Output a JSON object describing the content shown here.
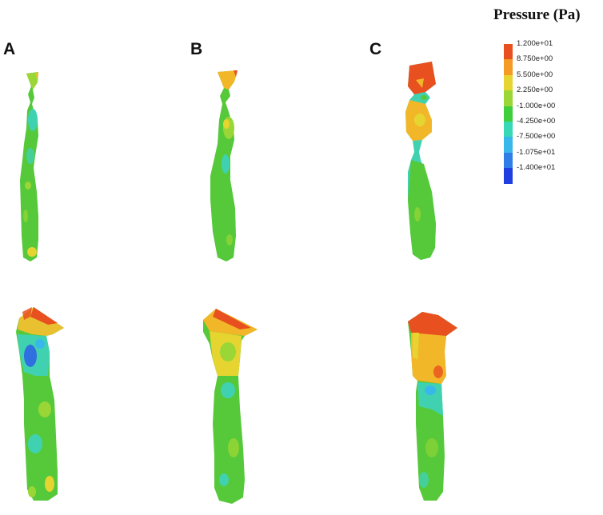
{
  "panels": [
    {
      "label": "A"
    },
    {
      "label": "B"
    },
    {
      "label": "C"
    }
  ],
  "legend": {
    "title": "Pressure (Pa)",
    "entries": [
      {
        "value": "1.200e+01",
        "color": "#e8501f"
      },
      {
        "value": "8.750e+00",
        "color": "#f59a22"
      },
      {
        "value": "5.500e+00",
        "color": "#e6d531"
      },
      {
        "value": "2.250e+00",
        "color": "#9ad636"
      },
      {
        "value": "-1.000e+00",
        "color": "#3fcf3c"
      },
      {
        "value": "-4.250e+00",
        "color": "#36d8b6"
      },
      {
        "value": "-7.500e+00",
        "color": "#38b8ea"
      },
      {
        "value": "-1.075e+01",
        "color": "#2f7ee8"
      },
      {
        "value": "-1.400e+01",
        "color": "#1f3fe0"
      }
    ]
  },
  "colors": {
    "high": "#e8501f",
    "mid_high": "#f2b728",
    "neutral": "#55c93a",
    "low": "#40d2b0",
    "very_low": "#2f6fe0"
  }
}
